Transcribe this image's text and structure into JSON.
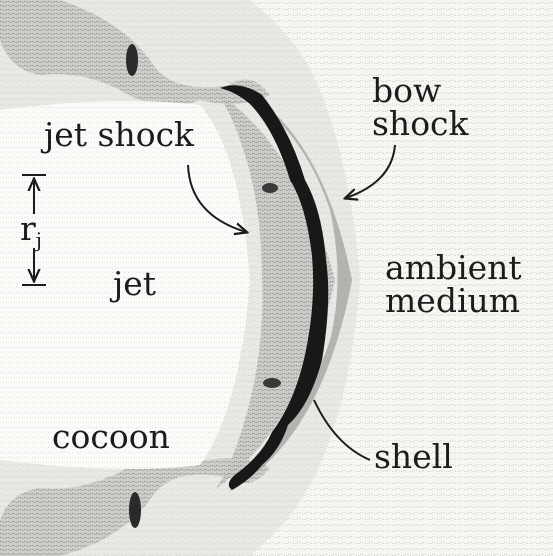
{
  "labels": {
    "jet_shock": "jet shock",
    "bow_line1": "bow",
    "bow_line2": "shock",
    "r": "r",
    "r_sub": "j",
    "jet": "jet",
    "ambient_line1": "ambient",
    "ambient_line2": "medium",
    "cocoon": "cocoon",
    "shell": "shell"
  },
  "colors": {
    "background": "#f6f6f3",
    "stipple": "#8a8a8a",
    "shock_band": "#6e6e6e",
    "shell": "#181818",
    "ink": "#1c1c1c"
  }
}
